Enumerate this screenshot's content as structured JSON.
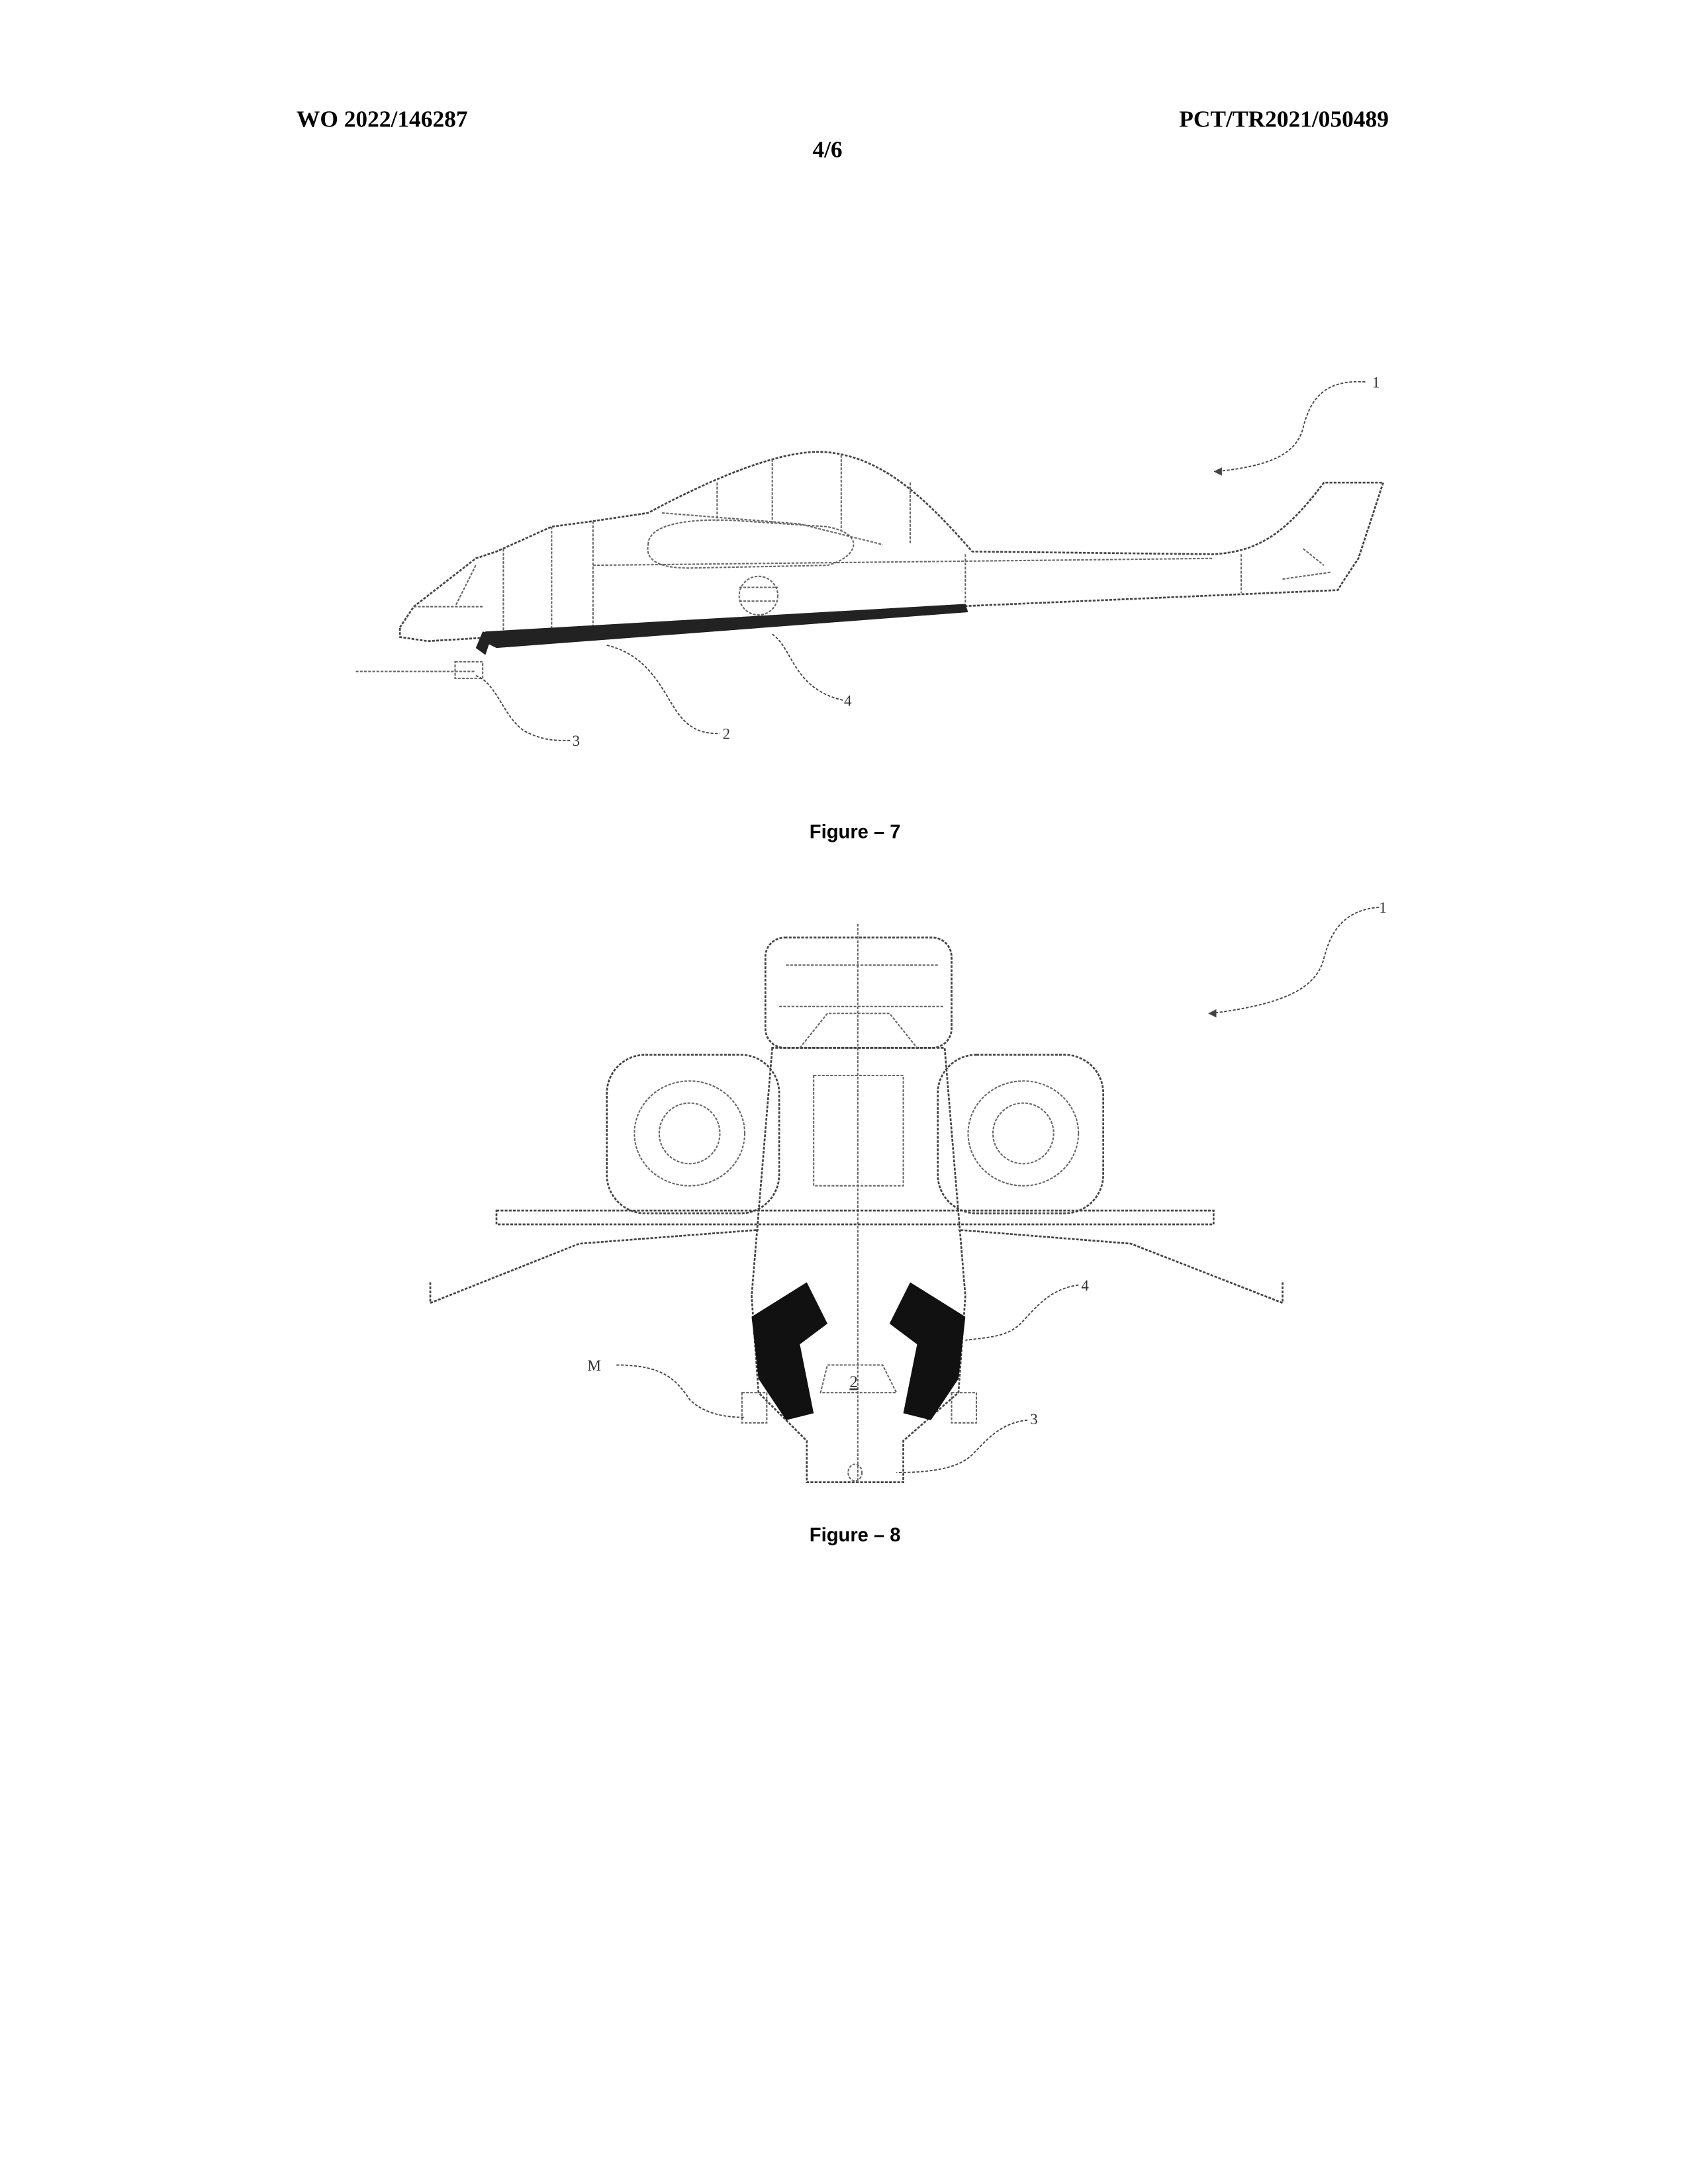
{
  "header": {
    "publication_number": "WO 2022/146287",
    "application_number": "PCT/TR2021/050489",
    "sheet": "4/6"
  },
  "figure7": {
    "caption": "Figure – 7",
    "reference_labels": {
      "aircraft": "1",
      "rail": "2",
      "weapon": "3",
      "housing": "4"
    }
  },
  "figure8": {
    "caption": "Figure – 8",
    "reference_labels": {
      "aircraft": "1",
      "rail": "2",
      "weapon": "3",
      "housing": "4",
      "motor": "M"
    }
  }
}
